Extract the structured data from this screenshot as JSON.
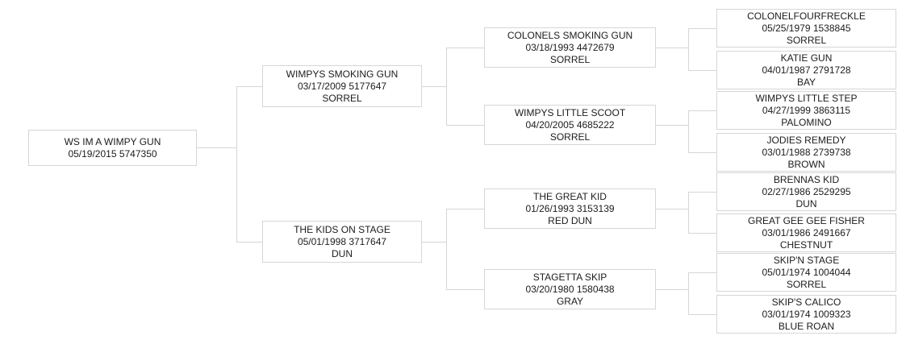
{
  "diagram": {
    "type": "pedigree-tree",
    "generations": 4,
    "orientation": "left-to-right"
  },
  "colors": {
    "background": "#ffffff",
    "box_border": "#d6d6d6",
    "connector_line": "#d6d6d6",
    "text": "#1c1c1c"
  },
  "nodes": {
    "root": {
      "name": "WS IM A WIMPY GUN",
      "details": "05/19/2015 5747350",
      "color": ""
    },
    "sire": {
      "name": "WIMPYS SMOKING GUN",
      "details": "03/17/2009 5177647",
      "color": "SORREL"
    },
    "dam": {
      "name": "THE KIDS ON STAGE",
      "details": "05/01/1998 3717647",
      "color": "DUN"
    },
    "sire_sire": {
      "name": "COLONELS SMOKING GUN",
      "details": "03/18/1993 4472679",
      "color": "SORREL"
    },
    "sire_dam": {
      "name": "WIMPYS LITTLE SCOOT",
      "details": "04/20/2005 4685222",
      "color": "SORREL"
    },
    "dam_sire": {
      "name": "THE GREAT KID",
      "details": "01/26/1993 3153139",
      "color": "RED DUN"
    },
    "dam_dam": {
      "name": "STAGETTA SKIP",
      "details": "03/20/1980 1580438",
      "color": "GRAY"
    },
    "sire_sire_sire": {
      "name": "COLONELFOURFRECKLE",
      "details": "05/25/1979 1538845",
      "color": "SORREL"
    },
    "sire_sire_dam": {
      "name": "KATIE GUN",
      "details": "04/01/1987 2791728",
      "color": "BAY"
    },
    "sire_dam_sire": {
      "name": "WIMPYS LITTLE STEP",
      "details": "04/27/1999 3863115",
      "color": "PALOMINO"
    },
    "sire_dam_dam": {
      "name": "JODIES REMEDY",
      "details": "03/01/1988 2739738",
      "color": "BROWN"
    },
    "dam_sire_sire": {
      "name": "BRENNAS KID",
      "details": "02/27/1986 2529295",
      "color": "DUN"
    },
    "dam_sire_dam": {
      "name": "GREAT GEE GEE FISHER",
      "details": "03/01/1986 2491667",
      "color": "CHESTNUT"
    },
    "dam_dam_sire": {
      "name": "SKIP'N STAGE",
      "details": "05/01/1974 1004044",
      "color": "SORREL"
    },
    "dam_dam_dam": {
      "name": "SKIP'S CALICO",
      "details": "03/01/1974 1009323",
      "color": "BLUE ROAN"
    }
  }
}
